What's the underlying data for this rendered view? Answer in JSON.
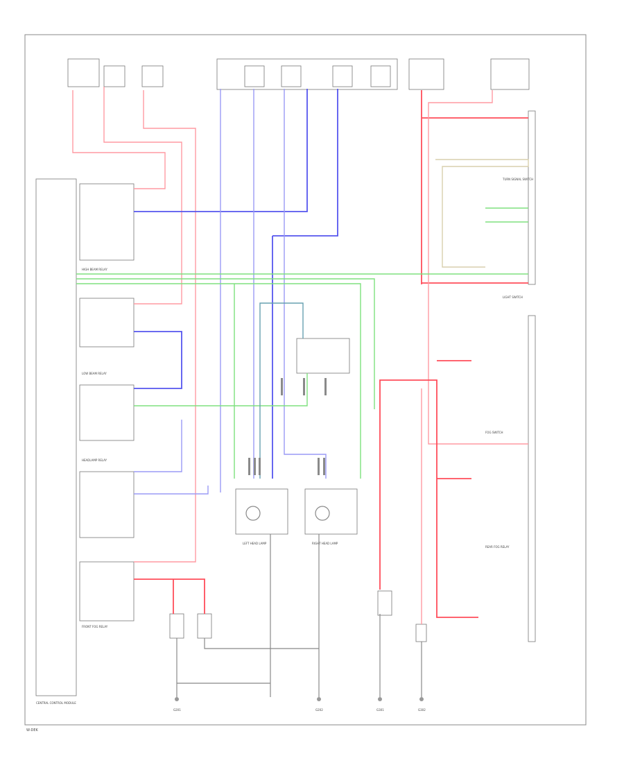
{
  "footer": {
    "code": "W-DEK"
  },
  "blocks": {
    "control_module": "CENTRAL CONTROL MODULE",
    "high_beam_relay": "HIGH BEAM RELAY",
    "low_beam_relay": "LOW BEAM RELAY",
    "headlamp_relay": "HEADLAMP RELAY",
    "left_headlamp": "LEFT HEAD LAMP",
    "right_headlamp": "RIGHT HEAD LAMP",
    "fog_relay": "FRONT FOG RELAY",
    "turn_signal": "TURN SIGNAL SWITCH",
    "light_switch": "LIGHT SWITCH",
    "fog_switch": "FOG SWITCH",
    "rear_fog_relay": "REAR FOG RELAY"
  },
  "grounds": [
    "G201",
    "G202",
    "G301",
    "G302"
  ]
}
